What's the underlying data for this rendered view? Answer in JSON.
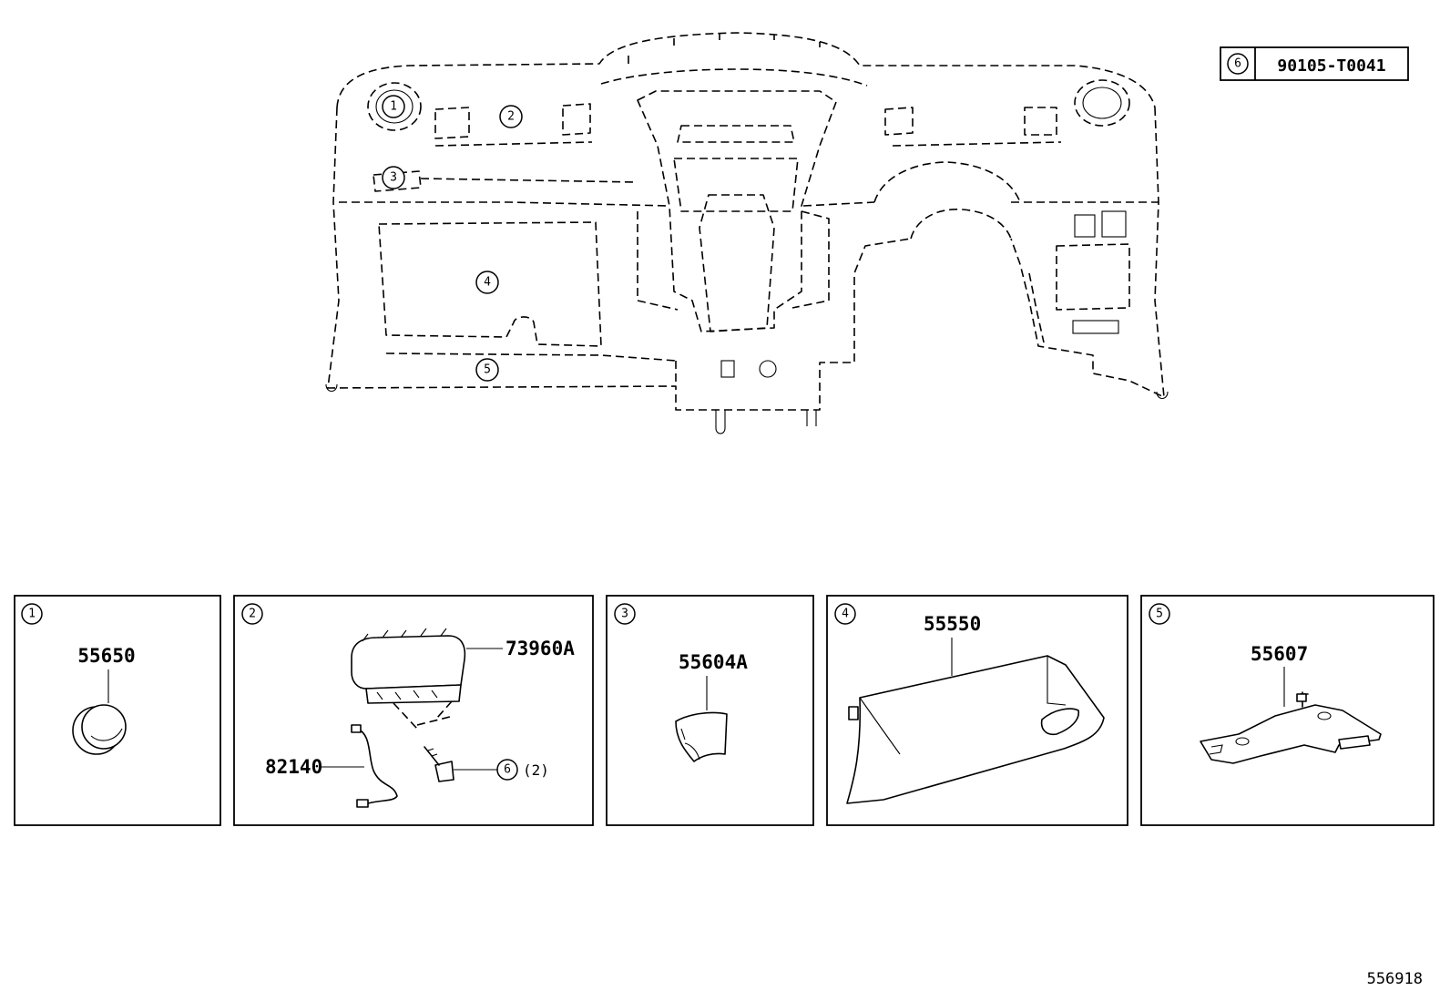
{
  "legend": {
    "callout": "6",
    "part_number": "90105-T0041"
  },
  "overview_callouts": [
    "1",
    "2",
    "3",
    "4",
    "5"
  ],
  "panels": [
    {
      "callout": "1",
      "parts": [
        {
          "number": "55650"
        }
      ]
    },
    {
      "callout": "2",
      "parts": [
        {
          "number": "73960A"
        },
        {
          "number": "82140"
        }
      ],
      "screw_callout": "6",
      "screw_qty": "(2)"
    },
    {
      "callout": "3",
      "parts": [
        {
          "number": "55604A"
        }
      ]
    },
    {
      "callout": "4",
      "parts": [
        {
          "number": "55550"
        }
      ]
    },
    {
      "callout": "5",
      "parts": [
        {
          "number": "55607"
        }
      ]
    }
  ],
  "illustration_id": "556918"
}
